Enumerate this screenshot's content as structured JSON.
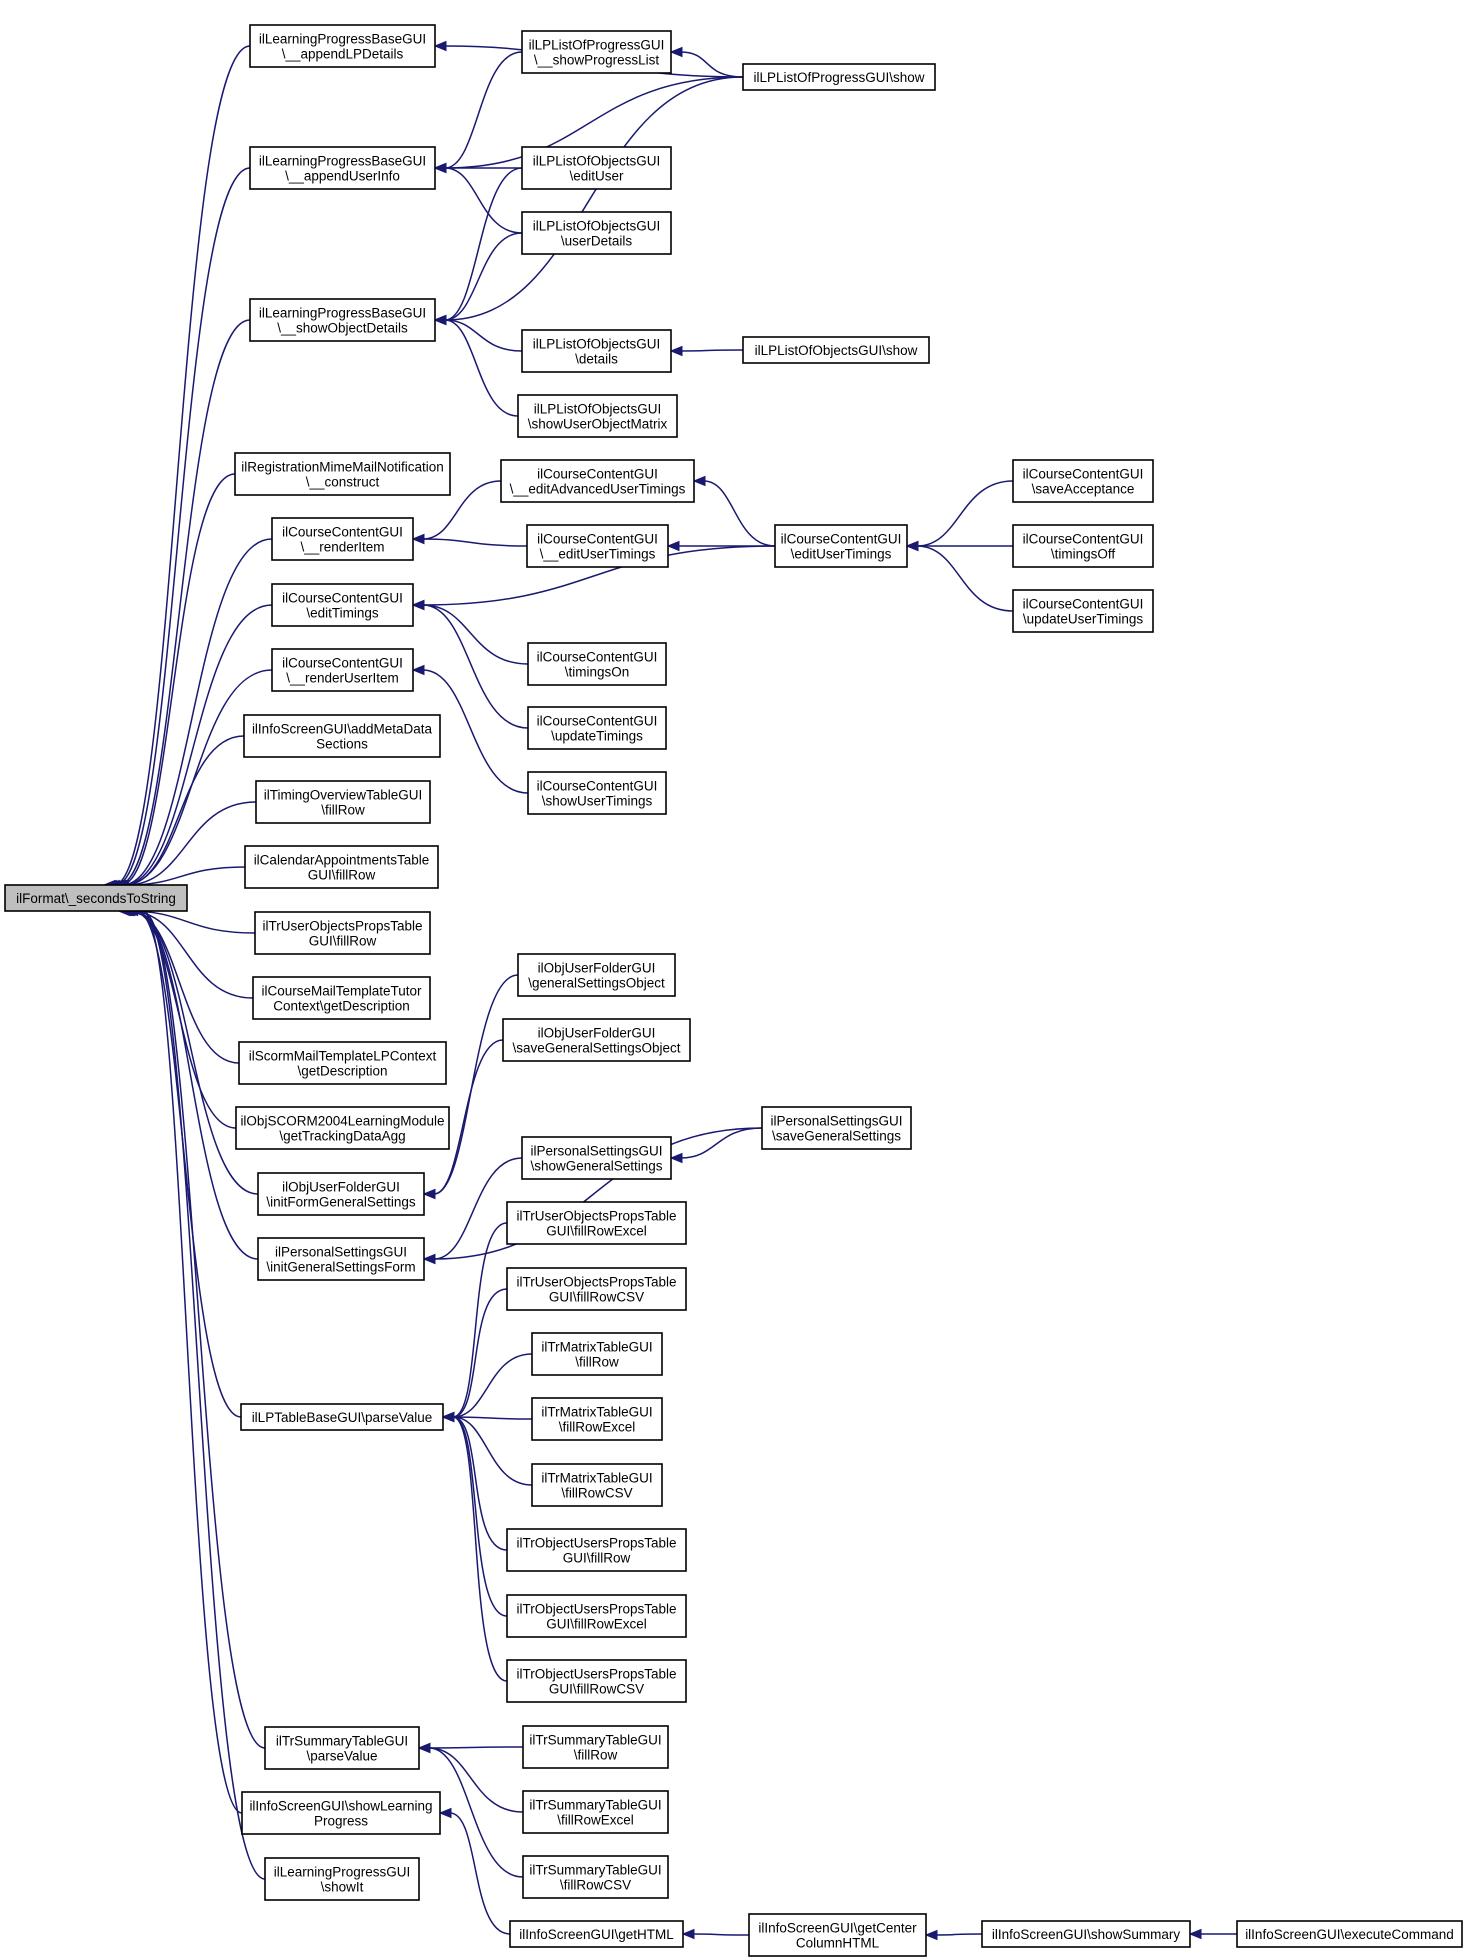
{
  "nodes": [
    {
      "id": "root",
      "lines": [
        "ilFormat\\_secondsToString"
      ]
    },
    {
      "id": "lpb_append_lp",
      "lines": [
        "ilLearningProgressBaseGUI",
        "\\__appendLPDetails"
      ]
    },
    {
      "id": "lpb_append_user",
      "lines": [
        "ilLearningProgressBaseGUI",
        "\\__appendUserInfo"
      ]
    },
    {
      "id": "lpb_show_obj",
      "lines": [
        "ilLearningProgressBaseGUI",
        "\\__showObjectDetails"
      ]
    },
    {
      "id": "reg_mime",
      "lines": [
        "ilRegistrationMimeMailNotification",
        "\\__construct"
      ]
    },
    {
      "id": "cc_render_item",
      "lines": [
        "ilCourseContentGUI",
        "\\__renderItem"
      ]
    },
    {
      "id": "cc_edit_timings",
      "lines": [
        "ilCourseContentGUI",
        "\\editTimings"
      ]
    },
    {
      "id": "cc_render_user_item",
      "lines": [
        "ilCourseContentGUI",
        "\\__renderUserItem"
      ]
    },
    {
      "id": "info_add_meta",
      "lines": [
        "ilInfoScreenGUI\\addMetaData",
        "Sections"
      ]
    },
    {
      "id": "timing_overview",
      "lines": [
        "ilTimingOverviewTableGUI",
        "\\fillRow"
      ]
    },
    {
      "id": "cal_appointments",
      "lines": [
        "ilCalendarAppointmentsTable",
        "GUI\\fillRow"
      ]
    },
    {
      "id": "tr_user_obj_fillrow",
      "lines": [
        "ilTrUserObjectsPropsTable",
        "GUI\\fillRow"
      ]
    },
    {
      "id": "course_mail_tutor",
      "lines": [
        "ilCourseMailTemplateTutor",
        "Context\\getDescription"
      ]
    },
    {
      "id": "scorm_mail_lp",
      "lines": [
        "ilScormMailTemplateLPContext",
        "\\getDescription"
      ]
    },
    {
      "id": "scorm2004",
      "lines": [
        "ilObjSCORM2004LearningModule",
        "\\getTrackingDataAgg"
      ]
    },
    {
      "id": "user_folder_init",
      "lines": [
        "ilObjUserFolderGUI",
        "\\initFormGeneralSettings"
      ]
    },
    {
      "id": "personal_init",
      "lines": [
        "ilPersonalSettingsGUI",
        "\\initGeneralSettingsForm"
      ]
    },
    {
      "id": "lp_table_parse",
      "lines": [
        "ilLPTableBaseGUI\\parseValue"
      ]
    },
    {
      "id": "tr_summary_parse",
      "lines": [
        "ilTrSummaryTableGUI",
        "\\parseValue"
      ]
    },
    {
      "id": "info_show_lp",
      "lines": [
        "ilInfoScreenGUI\\showLearning",
        "Progress"
      ]
    },
    {
      "id": "lp_show_it",
      "lines": [
        "ilLearningProgressGUI",
        "\\showIt"
      ]
    },
    {
      "id": "lp_progress_show_list",
      "lines": [
        "ilLPListOfProgressGUI",
        "\\__showProgressList"
      ]
    },
    {
      "id": "lp_progress_show",
      "lines": [
        "ilLPListOfProgressGUI\\show"
      ]
    },
    {
      "id": "lp_obj_edit_user",
      "lines": [
        "ilLPListOfObjectsGUI",
        "\\editUser"
      ]
    },
    {
      "id": "lp_obj_user_details",
      "lines": [
        "ilLPListOfObjectsGUI",
        "\\userDetails"
      ]
    },
    {
      "id": "lp_obj_details",
      "lines": [
        "ilLPListOfObjectsGUI",
        "\\details"
      ]
    },
    {
      "id": "lp_obj_show",
      "lines": [
        "ilLPListOfObjectsGUI\\show"
      ]
    },
    {
      "id": "lp_obj_matrix",
      "lines": [
        "ilLPListOfObjectsGUI",
        "\\showUserObjectMatrix"
      ]
    },
    {
      "id": "cc_edit_adv_user_timings",
      "lines": [
        "ilCourseContentGUI",
        "\\__editAdvancedUserTimings"
      ]
    },
    {
      "id": "cc__edit_user_timings",
      "lines": [
        "ilCourseContentGUI",
        "\\__editUserTimings"
      ]
    },
    {
      "id": "cc_edit_user_timings",
      "lines": [
        "ilCourseContentGUI",
        "\\editUserTimings"
      ]
    },
    {
      "id": "cc_save_acceptance",
      "lines": [
        "ilCourseContentGUI",
        "\\saveAcceptance"
      ]
    },
    {
      "id": "cc_timings_off",
      "lines": [
        "ilCourseContentGUI",
        "\\timingsOff"
      ]
    },
    {
      "id": "cc_update_user_timings",
      "lines": [
        "ilCourseContentGUI",
        "\\updateUserTimings"
      ]
    },
    {
      "id": "cc_timings_on",
      "lines": [
        "ilCourseContentGUI",
        "\\timingsOn"
      ]
    },
    {
      "id": "cc_update_timings",
      "lines": [
        "ilCourseContentGUI",
        "\\updateTimings"
      ]
    },
    {
      "id": "cc_show_user_timings",
      "lines": [
        "ilCourseContentGUI",
        "\\showUserTimings"
      ]
    },
    {
      "id": "uf_general_settings_obj",
      "lines": [
        "ilObjUserFolderGUI",
        "\\generalSettingsObject"
      ]
    },
    {
      "id": "uf_save_general_settings_obj",
      "lines": [
        "ilObjUserFolderGUI",
        "\\saveGeneralSettingsObject"
      ]
    },
    {
      "id": "ps_save_general",
      "lines": [
        "ilPersonalSettingsGUI",
        "\\saveGeneralSettings"
      ]
    },
    {
      "id": "ps_show_general",
      "lines": [
        "ilPersonalSettingsGUI",
        "\\showGeneralSettings"
      ]
    },
    {
      "id": "tr_user_obj_excel",
      "lines": [
        "ilTrUserObjectsPropsTable",
        "GUI\\fillRowExcel"
      ]
    },
    {
      "id": "tr_user_obj_csv",
      "lines": [
        "ilTrUserObjectsPropsTable",
        "GUI\\fillRowCSV"
      ]
    },
    {
      "id": "tr_matrix_fillrow",
      "lines": [
        "ilTrMatrixTableGUI",
        "\\fillRow"
      ]
    },
    {
      "id": "tr_matrix_excel",
      "lines": [
        "ilTrMatrixTableGUI",
        "\\fillRowExcel"
      ]
    },
    {
      "id": "tr_matrix_csv",
      "lines": [
        "ilTrMatrixTableGUI",
        "\\fillRowCSV"
      ]
    },
    {
      "id": "tr_obj_users_fillrow",
      "lines": [
        "ilTrObjectUsersPropsTable",
        "GUI\\fillRow"
      ]
    },
    {
      "id": "tr_obj_users_excel",
      "lines": [
        "ilTrObjectUsersPropsTable",
        "GUI\\fillRowExcel"
      ]
    },
    {
      "id": "tr_obj_users_csv",
      "lines": [
        "ilTrObjectUsersPropsTable",
        "GUI\\fillRowCSV"
      ]
    },
    {
      "id": "tr_summary_fillrow",
      "lines": [
        "ilTrSummaryTableGUI",
        "\\fillRow"
      ]
    },
    {
      "id": "tr_summary_excel",
      "lines": [
        "ilTrSummaryTableGUI",
        "\\fillRowExcel"
      ]
    },
    {
      "id": "tr_summary_csv",
      "lines": [
        "ilTrSummaryTableGUI",
        "\\fillRowCSV"
      ]
    },
    {
      "id": "info_get_html",
      "lines": [
        "ilInfoScreenGUI\\getHTML"
      ]
    },
    {
      "id": "info_get_center",
      "lines": [
        "ilInfoScreenGUI\\getCenter",
        "ColumnHTML"
      ]
    },
    {
      "id": "info_show_summary",
      "lines": [
        "ilInfoScreenGUI\\showSummary"
      ]
    },
    {
      "id": "info_execute",
      "lines": [
        "ilInfoScreenGUI\\executeCommand"
      ]
    }
  ],
  "edges": [
    [
      "lpb_append_lp",
      "root"
    ],
    [
      "lpb_append_user",
      "root"
    ],
    [
      "lpb_show_obj",
      "root"
    ],
    [
      "reg_mime",
      "root"
    ],
    [
      "cc_render_item",
      "root"
    ],
    [
      "cc_edit_timings",
      "root"
    ],
    [
      "cc_render_user_item",
      "root"
    ],
    [
      "info_add_meta",
      "root"
    ],
    [
      "timing_overview",
      "root"
    ],
    [
      "cal_appointments",
      "root"
    ],
    [
      "tr_user_obj_fillrow",
      "root"
    ],
    [
      "course_mail_tutor",
      "root"
    ],
    [
      "scorm_mail_lp",
      "root"
    ],
    [
      "scorm2004",
      "root"
    ],
    [
      "user_folder_init",
      "root"
    ],
    [
      "personal_init",
      "root"
    ],
    [
      "lp_table_parse",
      "root"
    ],
    [
      "tr_summary_parse",
      "root"
    ],
    [
      "info_show_lp",
      "root"
    ],
    [
      "lp_show_it",
      "root"
    ],
    [
      "lp_progress_show",
      "lpb_append_lp"
    ],
    [
      "lp_progress_show_list",
      "lpb_append_user"
    ],
    [
      "lp_progress_show",
      "lpb_append_user"
    ],
    [
      "lp_obj_edit_user",
      "lpb_append_user"
    ],
    [
      "lp_obj_user_details",
      "lpb_append_user"
    ],
    [
      "lp_obj_edit_user",
      "lpb_show_obj"
    ],
    [
      "lp_obj_user_details",
      "lpb_show_obj"
    ],
    [
      "lp_progress_show",
      "lpb_show_obj"
    ],
    [
      "lp_obj_details",
      "lpb_show_obj"
    ],
    [
      "lp_obj_matrix",
      "lpb_show_obj"
    ],
    [
      "lp_progress_show",
      "lp_progress_show_list"
    ],
    [
      "lp_obj_show",
      "lp_obj_details"
    ],
    [
      "cc_edit_adv_user_timings",
      "cc_render_item"
    ],
    [
      "cc__edit_user_timings",
      "cc_render_item"
    ],
    [
      "cc_edit_user_timings",
      "cc_edit_adv_user_timings"
    ],
    [
      "cc_edit_user_timings",
      "cc__edit_user_timings"
    ],
    [
      "cc_save_acceptance",
      "cc_edit_user_timings"
    ],
    [
      "cc_timings_off",
      "cc_edit_user_timings"
    ],
    [
      "cc_update_user_timings",
      "cc_edit_user_timings"
    ],
    [
      "cc_edit_user_timings",
      "cc_edit_timings"
    ],
    [
      "cc_timings_on",
      "cc_edit_timings"
    ],
    [
      "cc_update_timings",
      "cc_edit_timings"
    ],
    [
      "cc_show_user_timings",
      "cc_render_user_item"
    ],
    [
      "uf_general_settings_obj",
      "user_folder_init"
    ],
    [
      "uf_save_general_settings_obj",
      "user_folder_init"
    ],
    [
      "ps_save_general",
      "personal_init"
    ],
    [
      "ps_show_general",
      "personal_init"
    ],
    [
      "ps_save_general",
      "ps_show_general"
    ],
    [
      "tr_user_obj_excel",
      "lp_table_parse"
    ],
    [
      "tr_user_obj_csv",
      "lp_table_parse"
    ],
    [
      "tr_matrix_fillrow",
      "lp_table_parse"
    ],
    [
      "tr_matrix_excel",
      "lp_table_parse"
    ],
    [
      "tr_matrix_csv",
      "lp_table_parse"
    ],
    [
      "tr_obj_users_fillrow",
      "lp_table_parse"
    ],
    [
      "tr_obj_users_excel",
      "lp_table_parse"
    ],
    [
      "tr_obj_users_csv",
      "lp_table_parse"
    ],
    [
      "tr_summary_fillrow",
      "tr_summary_parse"
    ],
    [
      "tr_summary_excel",
      "tr_summary_parse"
    ],
    [
      "tr_summary_csv",
      "tr_summary_parse"
    ],
    [
      "info_get_html",
      "info_show_lp"
    ],
    [
      "info_get_center",
      "info_get_html"
    ],
    [
      "info_show_summary",
      "info_get_center"
    ],
    [
      "info_execute",
      "info_show_summary"
    ]
  ],
  "colors": {
    "edge": "#191970",
    "node_border": "#000000",
    "node_fill": "#ffffff",
    "root_fill": "#bfbfbf"
  }
}
